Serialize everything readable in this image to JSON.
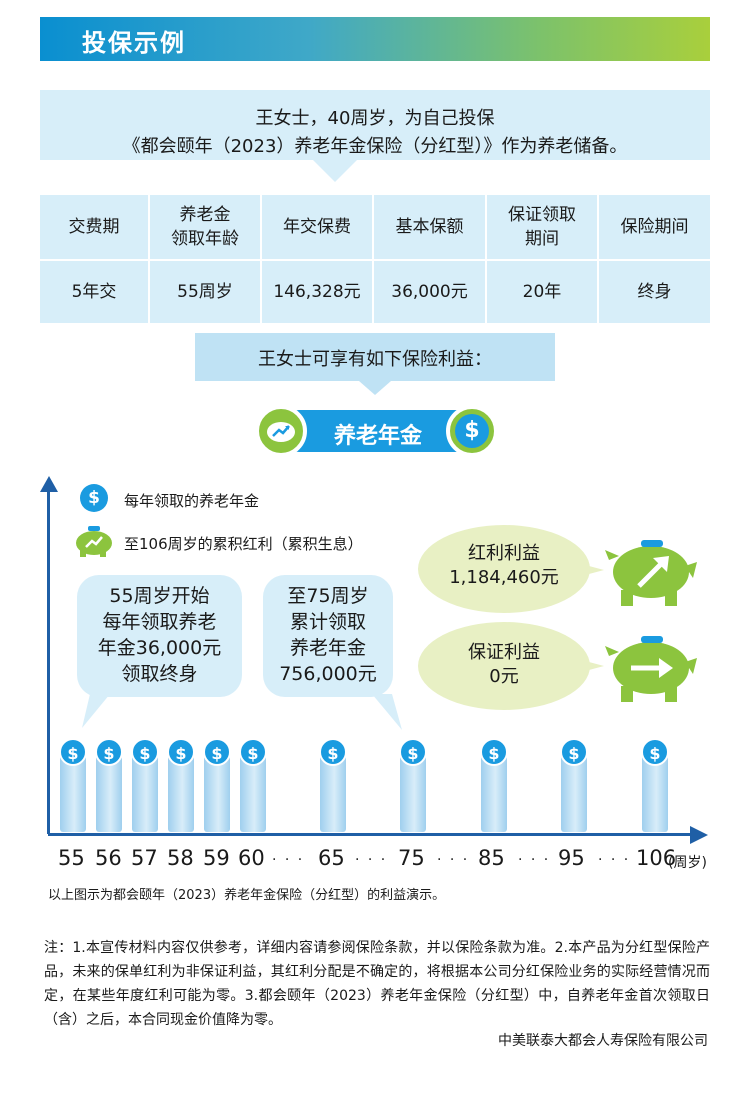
{
  "header": {
    "title": "投保示例"
  },
  "intro": {
    "line1": "王女士，40周岁，为自己投保",
    "line2": "《都会颐年（2023）养老年金保险（分红型）》作为养老储备。"
  },
  "table": {
    "columns": [
      {
        "head": "交费期",
        "value": "5年交"
      },
      {
        "head": "养老金\n领取年龄",
        "value": "55周岁"
      },
      {
        "head": "年交保费",
        "value": "146,328元"
      },
      {
        "head": "基本保额",
        "value": "36,000元"
      },
      {
        "head": "保证领取\n期间",
        "value": "20年"
      },
      {
        "head": "保险期间",
        "value": "终身"
      }
    ]
  },
  "benefit_title": "王女士可享有如下保险利益：",
  "pill_label": "养老年金",
  "legend": {
    "annual": "每年领取的养老年金",
    "accumulated": "至106周岁的累积红利（累积生息）"
  },
  "bubble1": [
    "55周岁开始",
    "每年领取养老",
    "年金36,000元",
    "领取终身"
  ],
  "bubble2": [
    "至75周岁",
    "累计领取",
    "养老年金",
    "756,000元"
  ],
  "dividend": {
    "label": "红利利益",
    "value": "1,184,460元"
  },
  "guaranteed": {
    "label": "保证利益",
    "value": "0元"
  },
  "coin_symbol": "$",
  "ages": [
    "55",
    "56",
    "57",
    "58",
    "59",
    "60",
    "· · ·",
    "65",
    "· · ·",
    "75",
    "· · ·",
    "85",
    "· · ·",
    "95",
    "· · ·",
    "106"
  ],
  "age_unit": "(周岁)",
  "caption": "以上图示为都会颐年（2023）养老年金保险（分红型）的利益演示。",
  "note": "注：1.本宣传材料内容仅供参考，详细内容请参阅保险条款，并以保险条款为准。2.本产品为分红型保险产品，未来的保单红利为非保证利益，其红利分配是不确定的，将根据本公司分红保险业务的实际经营情况而定，在某些年度红利可能为零。3.都会颐年（2023）养老年金保险（分红型）中，自养老年金首次领取日（含）之后，本合同现金价值降为零。",
  "company": "中美联泰大都会人寿保险有限公司",
  "colors": {
    "blue": "#1a9be0",
    "green": "#8cc43e",
    "light_blue": "#d7eef9",
    "light_green": "#e8f0c4"
  }
}
